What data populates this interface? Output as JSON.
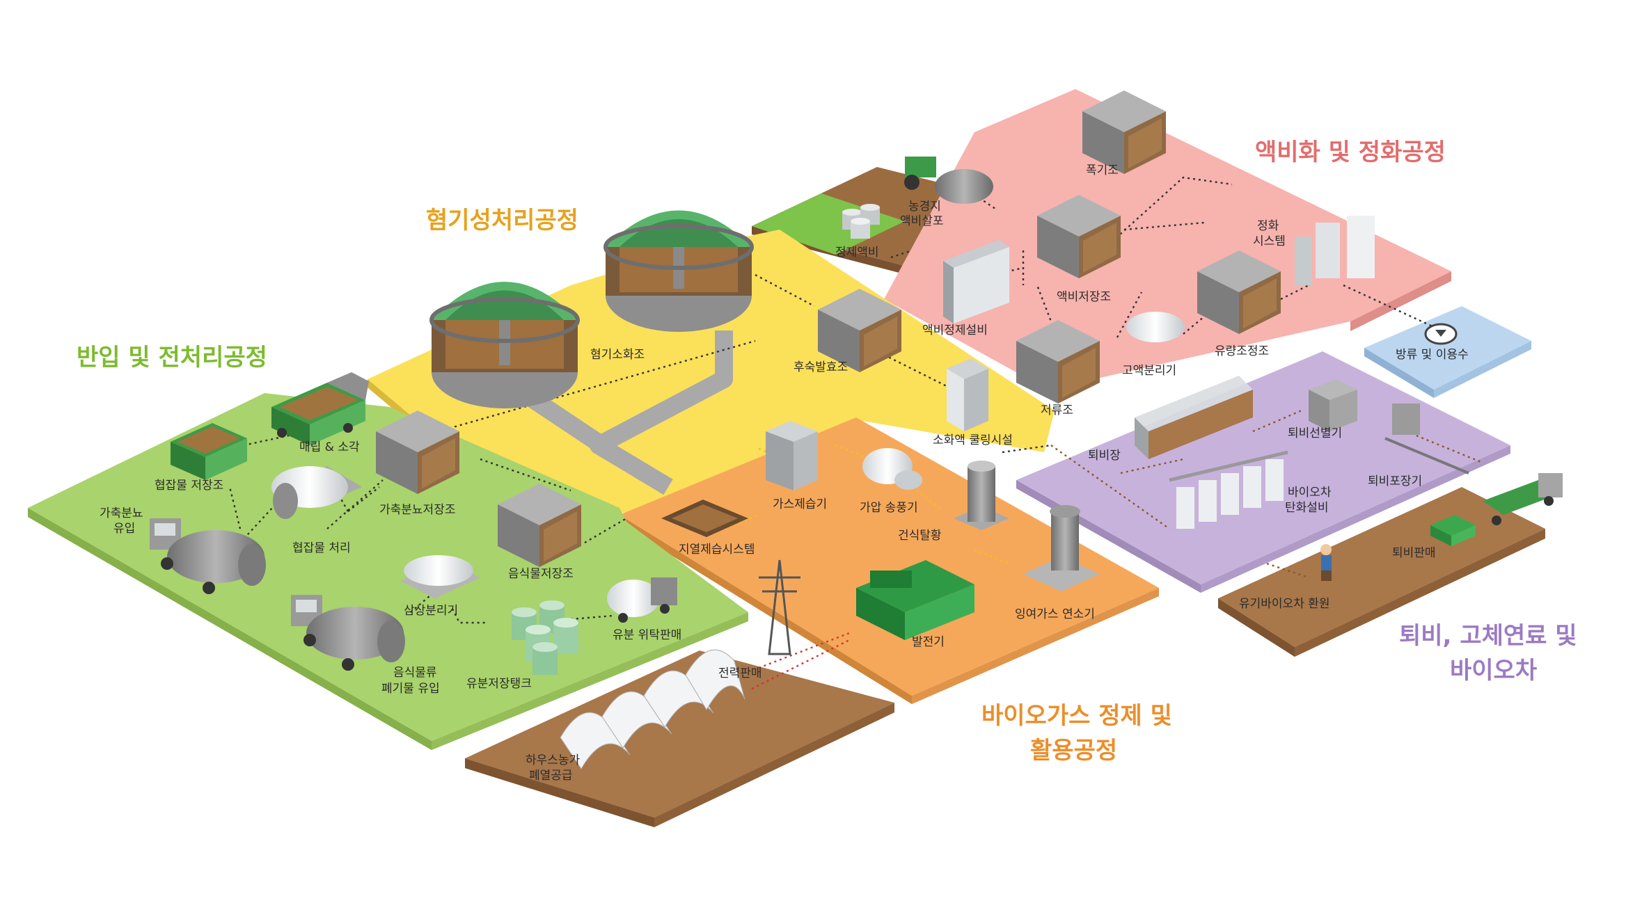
{
  "zones": {
    "intake": "반입 및 전처리공정",
    "anaerobic": "혐기성처리공정",
    "liquid": "액비화 및 정화공정",
    "biogas_1": "바이오가스 정제 및",
    "biogas_2": "활용공정",
    "compost_1": "퇴비, 고체연료 및",
    "compost_2": "바이오차"
  },
  "labels": {
    "hyeopjapmul_tank": "협잡물 저장조",
    "landfill": "매립 & 소각",
    "manure_in_1": "가축분뇨",
    "manure_in_2": "유입",
    "hyeopjapmul_proc": "협잡물 처리",
    "manure_storage": "가축분뇨저장조",
    "food_storage": "음식물저장조",
    "three_phase": "삼상분리기",
    "oil_tank": "유분저장탱크",
    "oil_sale": "유분 위탁판매",
    "food_in_1": "음식물류",
    "food_in_2": "폐기물 유입",
    "digester": "혐기소화조",
    "post_ferment": "후숙발효조",
    "cooling": "소화액 쿨링시설",
    "geo_desulf": "지열제습시스템",
    "gas_dehum": "가스제습기",
    "blower": "가압 송풍기",
    "dry_desulf": "건식탈황",
    "generator": "발전기",
    "flare": "잉여가스 연소기",
    "power_sale": "전력판매",
    "greenhouse_1": "하우스농가",
    "greenhouse_2": "폐열공급",
    "farm_spray_1": "농경지",
    "farm_spray_2": "액비살포",
    "refined_liquid": "정제액비",
    "aeration": "폭기조",
    "liquid_storage": "액비저장조",
    "liquid_refine": "액비정제설비",
    "storage_tank": "저류조",
    "solid_sep": "고액분리기",
    "flow_eq": "유량조정조",
    "purify_1": "정화",
    "purify_2": "시스템",
    "discharge": "방류 및 이용수",
    "compost_yard": "퇴비장",
    "sorter": "퇴비선별기",
    "packer": "퇴비포장기",
    "biochar_1": "바이오차",
    "biochar_2": "탄화설비",
    "compost_sale": "퇴비판매",
    "biochar_return": "유기바이오차 환원"
  },
  "colors": {
    "green_zone": "#a9d36c",
    "yellow_zone": "#fbe05a",
    "orange_zone": "#f6a85a",
    "pink_zone": "#f7b3ae",
    "purple_zone": "#c7b2dc",
    "blue_zone": "#bcd6f0",
    "soil": "#a8774a",
    "green_title": "#7dbb2f",
    "yellow_title": "#e6a21e",
    "orange_title": "#ec8e2a",
    "pink_title": "#e26d6d",
    "purple_title": "#9b7bc3"
  }
}
